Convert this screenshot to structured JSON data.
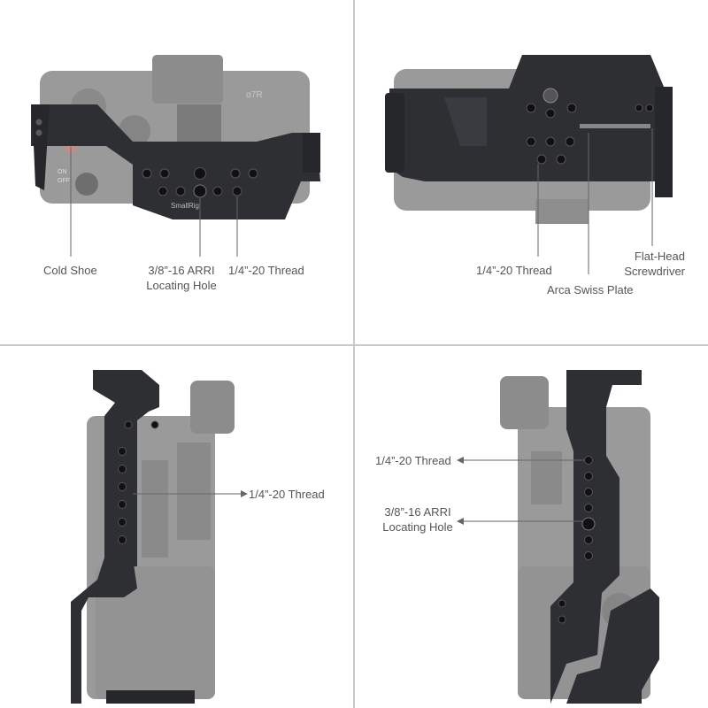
{
  "top_left": {
    "labels": {
      "cold_shoe": "Cold Shoe",
      "arri_line1": "3/8”-16 ARRI",
      "arri_line2": "Locating Hole",
      "thread": "1/4”-20 Thread"
    },
    "brand": "SmallRig",
    "camera_mark": "α7R",
    "on_text": "ON",
    "off_text": "OFF"
  },
  "top_right": {
    "labels": {
      "thread": "1/4”-20 Thread",
      "arca": "Arca Swiss Plate",
      "screwdriver_line1": "Flat-Head",
      "screwdriver_line2": "Screwdriver"
    }
  },
  "bottom_left": {
    "labels": {
      "thread": "1/4”-20 Thread"
    }
  },
  "bottom_right": {
    "labels": {
      "thread": "1/4”-20 Thread",
      "arri_line1": "3/8”-16 ARRI",
      "arri_line2": "Locating Hole"
    }
  },
  "colors": {
    "background": "#ffffff",
    "divider": "#c8c8c8",
    "camera_body": "#9a9a9a",
    "cage_metal": "#2e2f33",
    "label_text": "#555555",
    "leader_line": "#666666"
  }
}
